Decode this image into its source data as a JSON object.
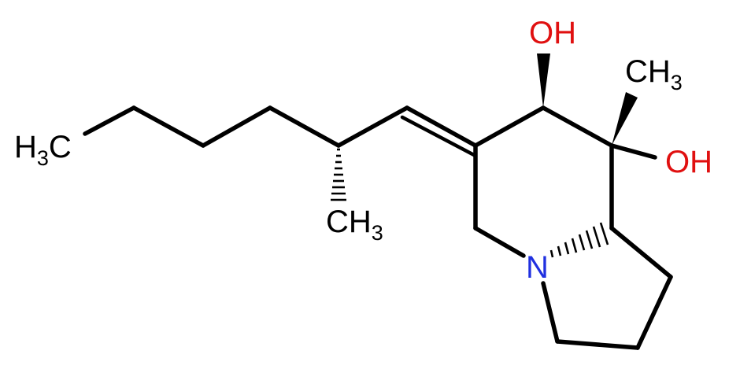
{
  "molecule": {
    "atoms": {
      "ch3_chain": {
        "element": "C",
        "text_main": "H",
        "text_sub": "3",
        "text_tail": "C",
        "color": "#000000"
      },
      "ch3_branch": {
        "text_main": "CH",
        "text_sub": "3",
        "color": "#000000"
      },
      "ch3_ring": {
        "text_main": "CH",
        "text_sub": "3",
        "color": "#000000"
      },
      "oh_top": {
        "text_main": "OH",
        "color": "#e01010"
      },
      "oh_right": {
        "text_main": "OH",
        "color": "#e01010"
      },
      "n_ring": {
        "text_main": "N",
        "color": "#2030e0"
      }
    },
    "bond_color": "#000000"
  }
}
